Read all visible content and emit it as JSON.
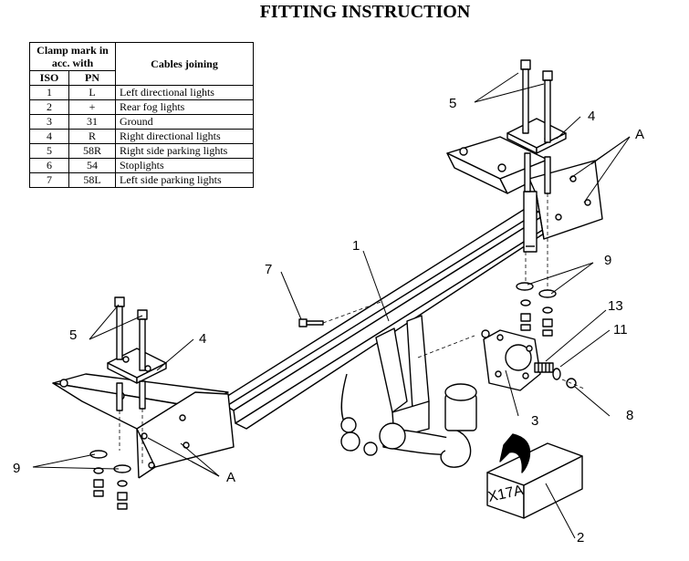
{
  "title": "FITTING INSTRUCTION",
  "table": {
    "header_clamp": "Clamp mark in acc. with",
    "header_cables": "Cables joining",
    "header_iso": "ISO",
    "header_pn": "PN",
    "rows": [
      {
        "iso": "1",
        "pn": "L",
        "desc": "Left directional lights"
      },
      {
        "iso": "2",
        "pn": "+",
        "desc": "Rear fog lights"
      },
      {
        "iso": "3",
        "pn": "31",
        "desc": "Ground"
      },
      {
        "iso": "4",
        "pn": "R",
        "desc": "Right directional lights"
      },
      {
        "iso": "5",
        "pn": "58R",
        "desc": "Right side parking lights"
      },
      {
        "iso": "6",
        "pn": "54",
        "desc": "Stoplights"
      },
      {
        "iso": "7",
        "pn": "58L",
        "desc": "Left side parking lights"
      }
    ]
  },
  "callouts": {
    "c1": "1",
    "c2": "2",
    "c3": "3",
    "c4a": "4",
    "c4b": "4",
    "c5a": "5",
    "c5b": "5",
    "c7": "7",
    "c8": "8",
    "c9a": "9",
    "c9b": "9",
    "c11": "11",
    "c13": "13",
    "cAa": "A",
    "cAb": "A"
  },
  "box_label": "X17A"
}
